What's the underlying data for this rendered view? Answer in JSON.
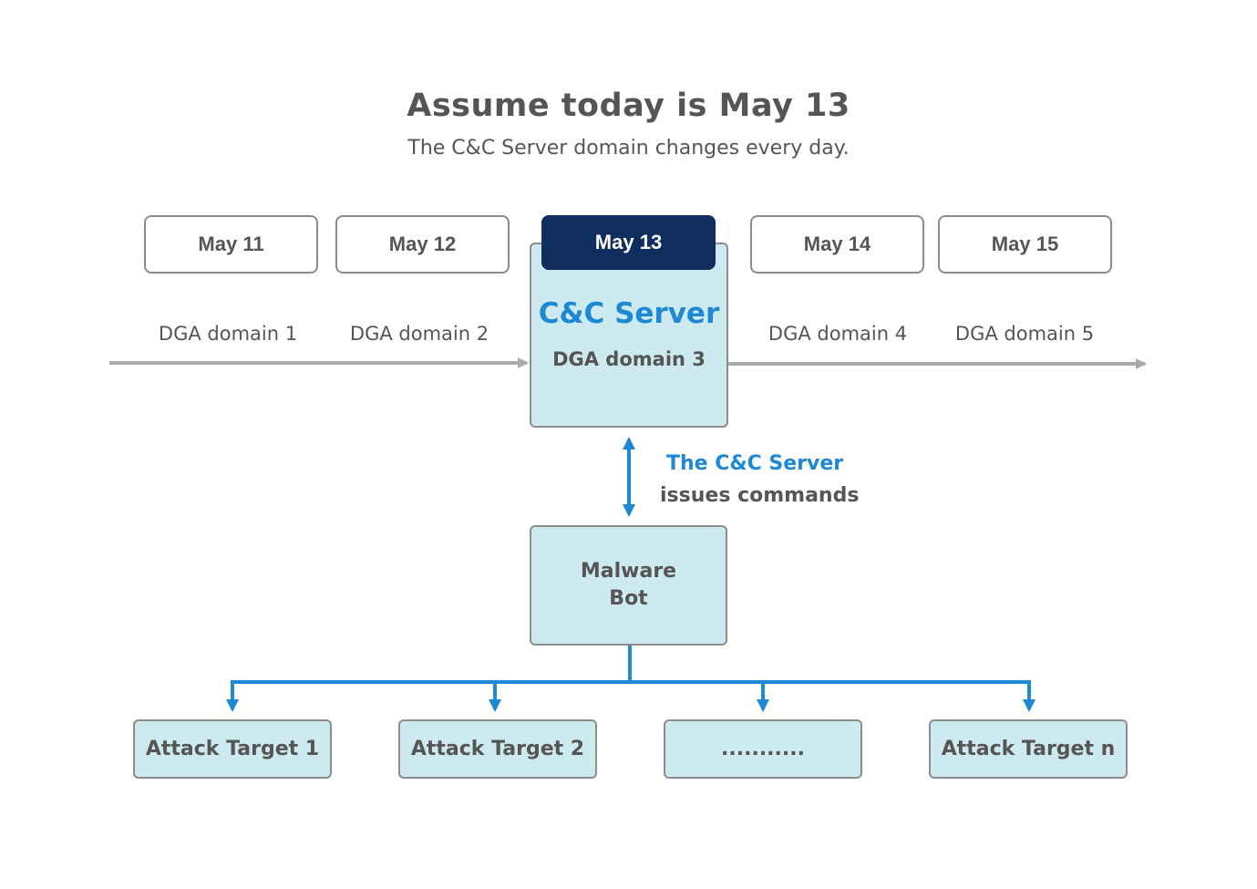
{
  "header": {
    "title": "Assume today is May 13",
    "subtitle": "The C&C Server domain changes every day."
  },
  "timeline": {
    "dates": [
      "May 11",
      "May 12",
      "May 13",
      "May 14",
      "May 15"
    ],
    "active_date": "May 13",
    "domains": [
      "DGA domain 1",
      "DGA domain 2",
      "DGA domain 3",
      "DGA domain 4",
      "DGA domain 5"
    ]
  },
  "server": {
    "title": "C&C Server",
    "domain": "DGA domain 3"
  },
  "command_label": {
    "line1": "The C&C Server",
    "line2": "issues commands"
  },
  "bot": {
    "line1": "Malware",
    "line2": "Bot"
  },
  "targets": [
    "Attack Target 1",
    "Attack Target 2",
    "...........",
    "Attack Target n"
  ],
  "colors": {
    "navy": "#0f2d5f",
    "accent_blue": "#1e88d4",
    "box_fill": "#cdeaf0",
    "arrow_gray": "#aaaaaa",
    "text_gray": "#555555"
  }
}
